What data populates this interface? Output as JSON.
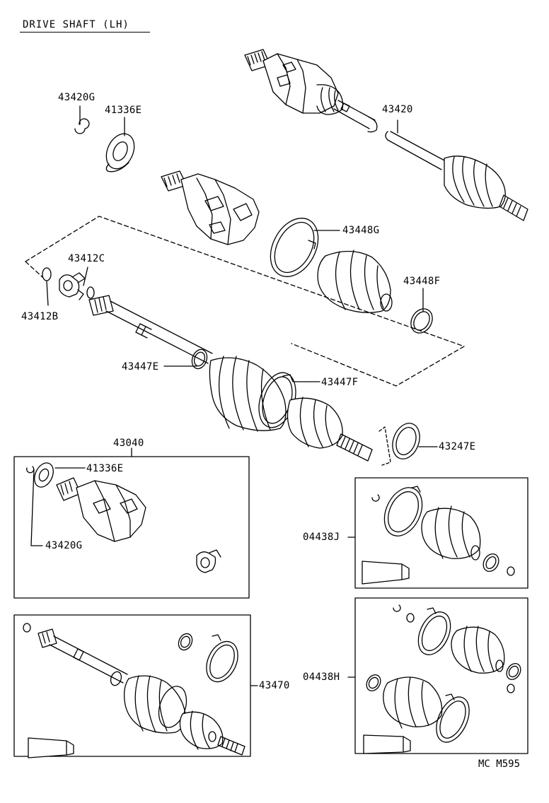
{
  "title": "DRIVE SHAFT (LH)",
  "diagram_code": "MC M595",
  "labels": {
    "p43420g_top": "43420G",
    "p41336e_top": "41336E",
    "p43420": "43420",
    "p43448g": "43448G",
    "p43412c": "43412C",
    "p43412b": "43412B",
    "p43448f": "43448F",
    "p43447e": "43447E",
    "p43447f": "43447F",
    "p43247e": "43247E",
    "p43040": "43040",
    "p41336e_kit": "41336E",
    "p43420g_kit": "43420G",
    "p04438j": "04438J",
    "p04438h": "04438H",
    "p43470": "43470"
  }
}
